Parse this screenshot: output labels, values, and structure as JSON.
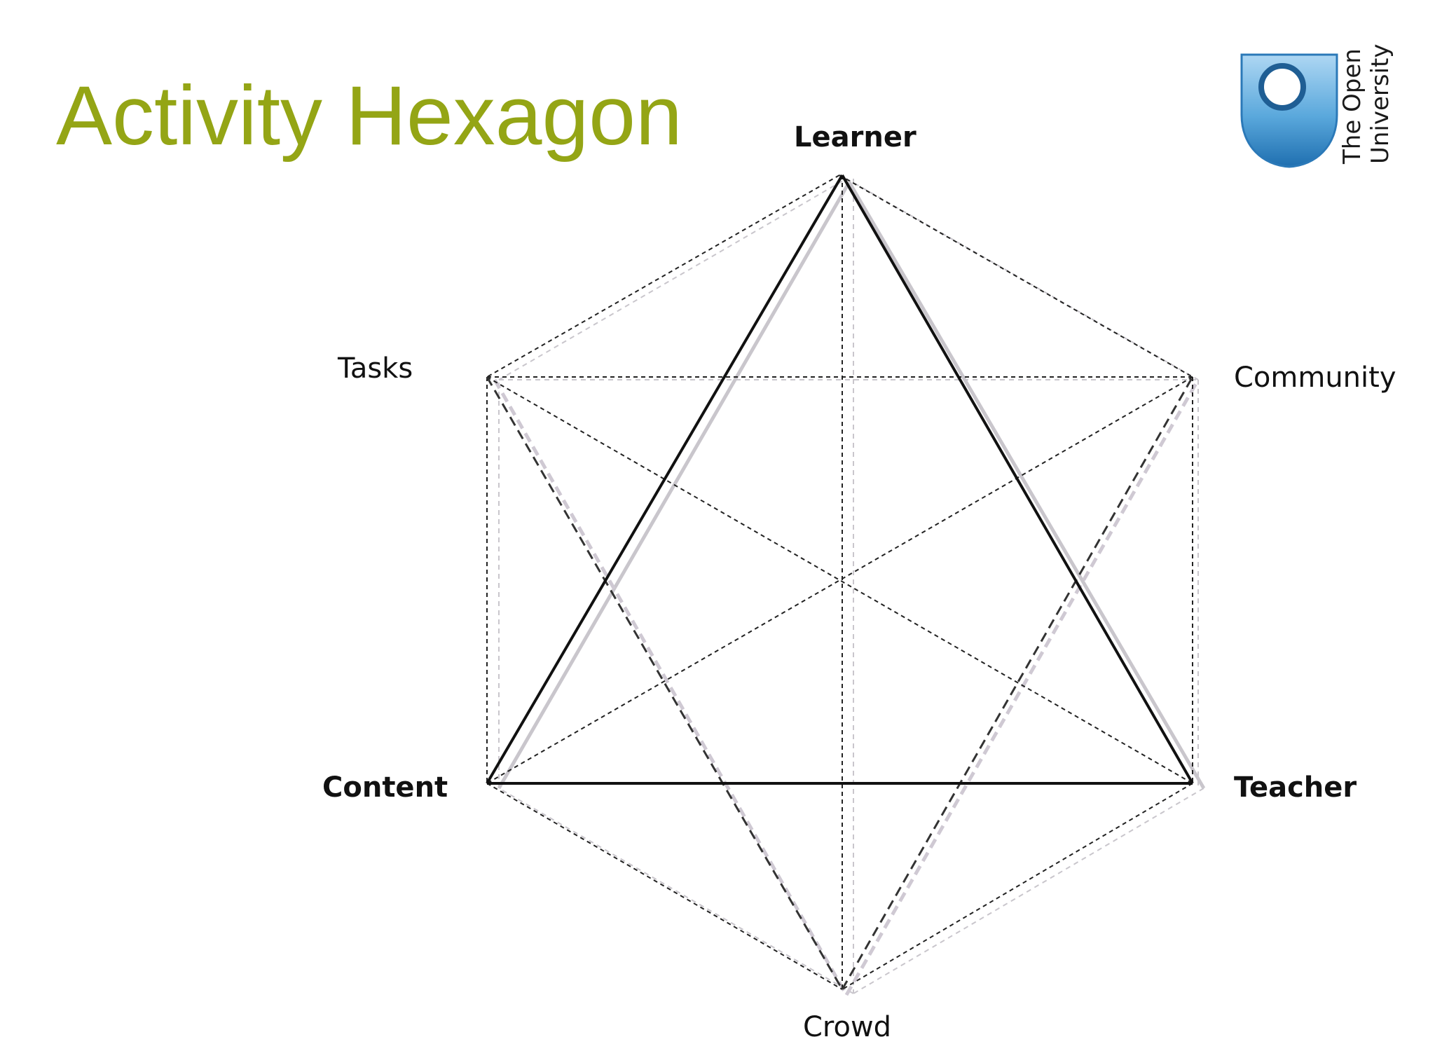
{
  "slide": {
    "title": "Activity Hexagon",
    "title_color": "#94a515"
  },
  "logo": {
    "line1": "The Open",
    "line2": "University",
    "shield_color": "#5aa8dc"
  },
  "diagram": {
    "nodes": {
      "learner": "Learner",
      "tasks": "Tasks",
      "community": "Community",
      "content": "Content",
      "teacher": "Teacher",
      "crowd": "Crowd"
    },
    "primary_triangle": [
      "Learner",
      "Content",
      "Teacher"
    ],
    "secondary_triangle": [
      "Tasks",
      "Community",
      "Crowd"
    ]
  }
}
